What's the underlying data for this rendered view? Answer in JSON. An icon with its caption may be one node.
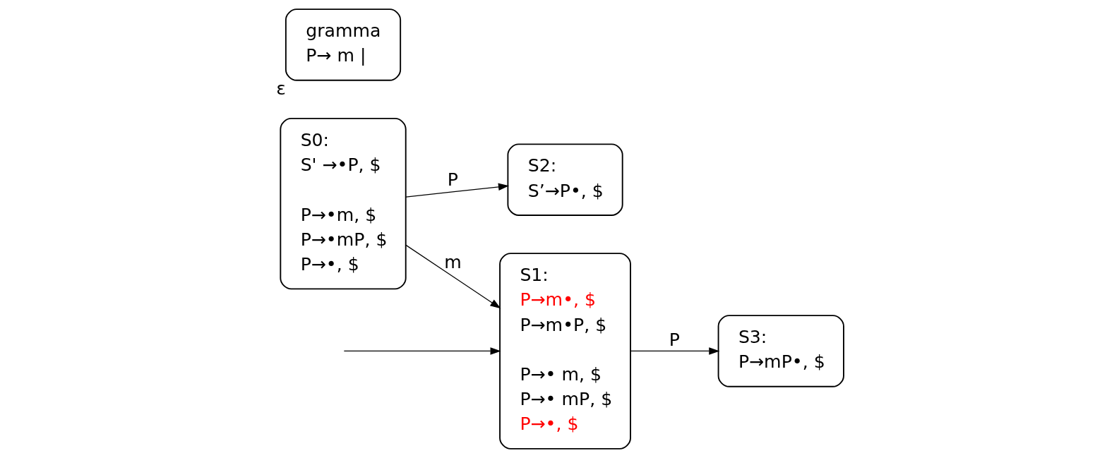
{
  "diagram": {
    "nodes": [
      {
        "text": [
          "S2:",
          "S’→P•, $"
        ]
      },
      {
        "text": [
          "S0:",
          "S' →•P, $",
          "P→•m, $",
          "P→•mP, $",
          "P→•, $"
        ]
      },
      {
        "text": [
          "S1:",
          "P→m•, $",
          "P→m•P, $",
          "P→• m, $",
          "P→• mP, $",
          "P→•, $"
        ]
      },
      {
        "text": [
          "S3:",
          "P→mP•, $"
        ]
      },
      {
        "text": [
          "gramma",
          "P→ m |"
        ],
        "beside": [
          "ε"
        ]
      }
    ],
    "edges": [
      {
        "from": 1,
        "to": 0,
        "arrow": "to",
        "label": "P"
      },
      {
        "from": 1,
        "to": 2,
        "arrow": "to",
        "label": "m"
      },
      {
        "from": 2,
        "to": 3,
        "arrow": "to",
        "label": "P"
      },
      {
        "from": null,
        "to": 2,
        "arrow": "to"
      }
    ]
  }
}
